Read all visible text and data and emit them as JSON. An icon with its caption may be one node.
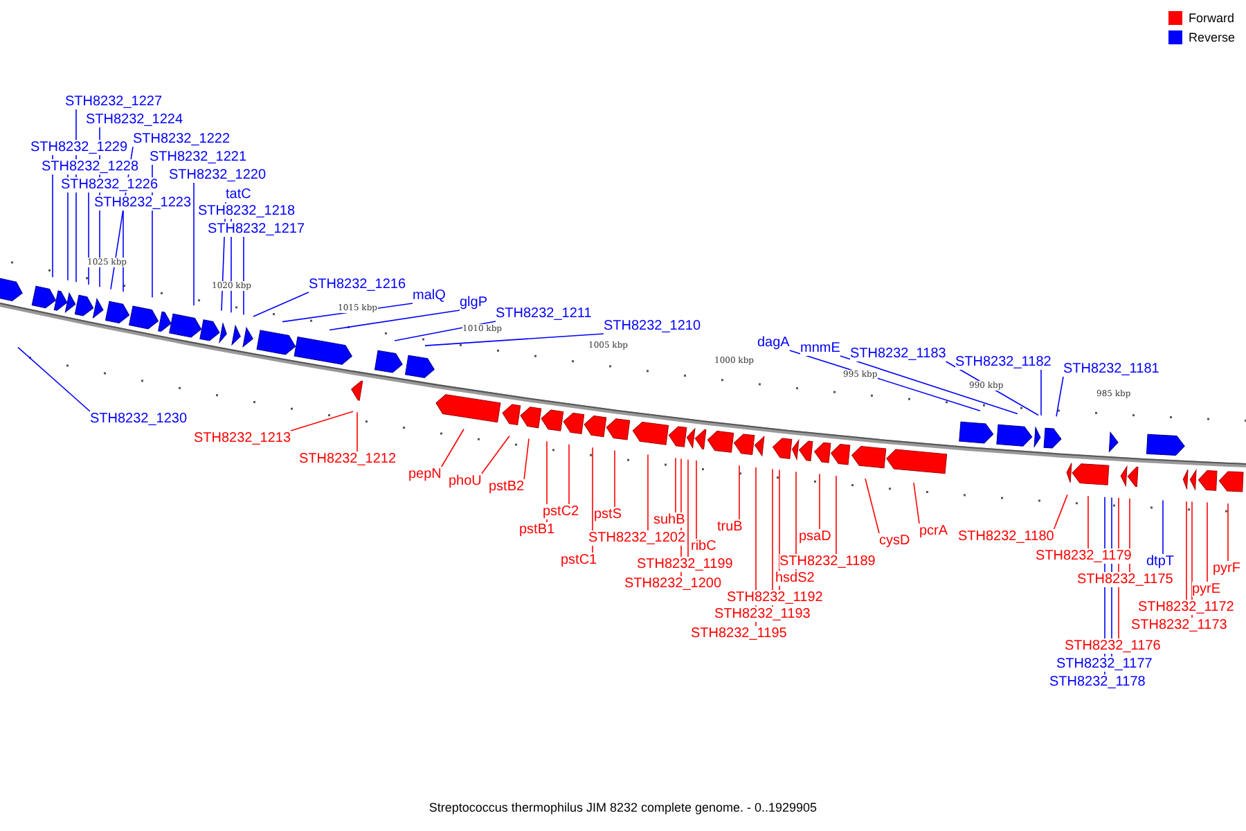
{
  "diagram": {
    "caption": "Streptococcus thermophilus JIM 8232 complete genome. - 0..1929905",
    "nodes": [
      {
        "text": [
          "STH8232_1227"
        ]
      },
      {
        "text": [
          "STH8232_1224"
        ]
      },
      {
        "text": [
          "STH8232_1222"
        ]
      },
      {
        "text": [
          "STH8232_1229"
        ]
      },
      {
        "text": [
          "STH8232_1221"
        ]
      },
      {
        "text": [
          "STH8232_1228"
        ]
      },
      {
        "text": [
          "STH8232_1220"
        ]
      },
      {
        "text": [
          "STH8232_1226"
        ]
      },
      {
        "text": [
          "tatC"
        ]
      },
      {
        "text": [
          "STH8232_1223"
        ]
      },
      {
        "text": [
          "STH8232_1218"
        ]
      },
      {
        "text": [
          "STH8232_1217"
        ]
      },
      {
        "text": [
          "STH8232_1216"
        ]
      },
      {
        "text": [
          "malQ"
        ]
      },
      {
        "text": [
          "glgP"
        ]
      },
      {
        "text": [
          "STH8232_1211"
        ]
      },
      {
        "text": [
          "STH8232_1210"
        ]
      },
      {
        "text": [
          "dagA"
        ]
      },
      {
        "text": [
          "mnmE"
        ]
      },
      {
        "text": [
          "STH8232_1183"
        ]
      },
      {
        "text": [
          "STH8232_1182"
        ]
      },
      {
        "text": [
          "STH8232_1181"
        ]
      },
      {
        "text": [
          "STH8232_1230"
        ]
      },
      {
        "text": [
          "STH8232_1213"
        ]
      },
      {
        "text": [
          "STH8232_1212"
        ]
      },
      {
        "text": [
          "pepN"
        ]
      },
      {
        "text": [
          "phoU"
        ]
      },
      {
        "text": [
          "pstB2"
        ]
      },
      {
        "text": [
          "pstC2"
        ]
      },
      {
        "text": [
          "pstB1"
        ]
      },
      {
        "text": [
          "pstS"
        ]
      },
      {
        "text": [
          "pstC1"
        ]
      },
      {
        "text": [
          "STH8232_1202"
        ]
      },
      {
        "text": [
          "suhB"
        ]
      },
      {
        "text": [
          "ribC"
        ]
      },
      {
        "text": [
          "truB"
        ]
      },
      {
        "text": [
          "STH8232_1199"
        ]
      },
      {
        "text": [
          "STH8232_1200"
        ]
      },
      {
        "text": [
          "psaD"
        ]
      },
      {
        "text": [
          "STH8232_1189"
        ]
      },
      {
        "text": [
          "hsdS2"
        ]
      },
      {
        "text": [
          "STH8232_1192"
        ]
      },
      {
        "text": [
          "STH8232_1193"
        ]
      },
      {
        "text": [
          "STH8232_1195"
        ]
      },
      {
        "text": [
          "cysD"
        ]
      },
      {
        "text": [
          "pcrA"
        ]
      },
      {
        "text": [
          "STH8232_1180"
        ]
      },
      {
        "text": [
          "STH8232_1179"
        ]
      },
      {
        "text": [
          "dtpT"
        ]
      },
      {
        "text": [
          "STH8232_1175"
        ]
      },
      {
        "text": [
          "pyrF"
        ]
      },
      {
        "text": [
          "pyrE"
        ]
      },
      {
        "text": [
          "STH8232_1172"
        ]
      },
      {
        "text": [
          "STH8232_1173"
        ]
      },
      {
        "text": [
          "STH8232_1176"
        ]
      },
      {
        "text": [
          "STH8232_1177"
        ]
      },
      {
        "text": [
          "STH8232_1178"
        ]
      }
    ],
    "edges": [
      {
        "from": 0,
        "to": null,
        "arrow": "none",
        "color": "#0000ff"
      },
      {
        "from": 1,
        "to": null,
        "arrow": "none",
        "color": "#0000ff"
      },
      {
        "from": 2,
        "to": null,
        "arrow": "none",
        "color": "#0000ff"
      },
      {
        "from": 3,
        "to": null,
        "arrow": "none",
        "color": "#0000ff"
      },
      {
        "from": 4,
        "to": null,
        "arrow": "none",
        "color": "#0000ff"
      },
      {
        "from": 5,
        "to": null,
        "arrow": "none",
        "color": "#0000ff"
      },
      {
        "from": 6,
        "to": null,
        "arrow": "none",
        "color": "#0000ff"
      },
      {
        "from": 7,
        "to": null,
        "arrow": "none",
        "color": "#0000ff"
      },
      {
        "from": 8,
        "to": null,
        "arrow": "none",
        "color": "#0000ff"
      },
      {
        "from": 9,
        "to": null,
        "arrow": "none",
        "color": "#0000ff"
      },
      {
        "from": 10,
        "to": null,
        "arrow": "none",
        "color": "#0000ff"
      },
      {
        "from": 11,
        "to": null,
        "arrow": "none",
        "color": "#0000ff"
      },
      {
        "from": 12,
        "to": null,
        "arrow": "none",
        "color": "#0000ff"
      },
      {
        "from": 13,
        "to": null,
        "arrow": "none",
        "color": "#0000ff"
      },
      {
        "from": 14,
        "to": null,
        "arrow": "none",
        "color": "#0000ff"
      },
      {
        "from": 15,
        "to": null,
        "arrow": "none",
        "color": "#0000ff"
      },
      {
        "from": 16,
        "to": null,
        "arrow": "none",
        "color": "#0000ff"
      },
      {
        "from": 17,
        "to": null,
        "arrow": "none",
        "color": "#0000ff"
      },
      {
        "from": 18,
        "to": null,
        "arrow": "none",
        "color": "#0000ff"
      },
      {
        "from": 19,
        "to": null,
        "arrow": "none",
        "color": "#0000ff"
      },
      {
        "from": 20,
        "to": null,
        "arrow": "none",
        "color": "#0000ff"
      },
      {
        "from": 21,
        "to": null,
        "arrow": "none",
        "color": "#0000ff"
      },
      {
        "from": 22,
        "to": null,
        "arrow": "none",
        "color": "#0000ff"
      },
      {
        "from": 23,
        "to": null,
        "arrow": "none"
      },
      {
        "from": 24,
        "to": null,
        "arrow": "none"
      },
      {
        "from": 25,
        "to": null,
        "arrow": "none"
      },
      {
        "from": 26,
        "to": null,
        "arrow": "none"
      },
      {
        "from": 27,
        "to": null,
        "arrow": "none"
      },
      {
        "from": 28,
        "to": null,
        "arrow": "none"
      },
      {
        "from": 29,
        "to": null,
        "arrow": "none"
      },
      {
        "from": 30,
        "to": null,
        "arrow": "none"
      },
      {
        "from": 31,
        "to": null,
        "arrow": "none"
      },
      {
        "from": 32,
        "to": null,
        "arrow": "none"
      },
      {
        "from": 33,
        "to": null,
        "arrow": "none"
      },
      {
        "from": 34,
        "to": null,
        "arrow": "none"
      },
      {
        "from": 35,
        "to": null,
        "arrow": "none"
      },
      {
        "from": 36,
        "to": null,
        "arrow": "none"
      },
      {
        "from": 37,
        "to": null,
        "arrow": "none"
      },
      {
        "from": 38,
        "to": null,
        "arrow": "none"
      },
      {
        "from": 39,
        "to": null,
        "arrow": "none"
      },
      {
        "from": 40,
        "to": null,
        "arrow": "none"
      },
      {
        "from": 41,
        "to": null,
        "arrow": "none"
      },
      {
        "from": 42,
        "to": null,
        "arrow": "none"
      },
      {
        "from": 43,
        "to": null,
        "arrow": "none"
      },
      {
        "from": 44,
        "to": null,
        "arrow": "none"
      },
      {
        "from": 45,
        "to": null,
        "arrow": "none"
      },
      {
        "from": 46,
        "to": null,
        "arrow": "none"
      },
      {
        "from": 47,
        "to": null,
        "arrow": "none"
      },
      {
        "from": 48,
        "to": null,
        "arrow": "none",
        "color": "#0000ff"
      },
      {
        "from": 49,
        "to": null,
        "arrow": "none"
      },
      {
        "from": 50,
        "to": null,
        "arrow": "none"
      },
      {
        "from": 51,
        "to": null,
        "arrow": "none"
      },
      {
        "from": 52,
        "to": null,
        "arrow": "none"
      },
      {
        "from": 53,
        "to": null,
        "arrow": "none"
      },
      {
        "from": 54,
        "to": null,
        "arrow": "none"
      },
      {
        "from": 55,
        "to": null,
        "arrow": "none",
        "color": "#0000ff"
      },
      {
        "from": 56,
        "to": null,
        "arrow": "none",
        "color": "#0000ff"
      }
    ],
    "labels": [
      "1025 kbp",
      "1020 kbp",
      "1015 kbp",
      "1010 kbp",
      "1005 kbp",
      "1000 kbp",
      "995 kbp",
      "990 kbp",
      "985 kbp"
    ],
    "legend": [
      {
        "text": "Forward",
        "color": "#ff0000"
      },
      {
        "text": "Reverse",
        "color": "#0000ff"
      }
    ]
  }
}
